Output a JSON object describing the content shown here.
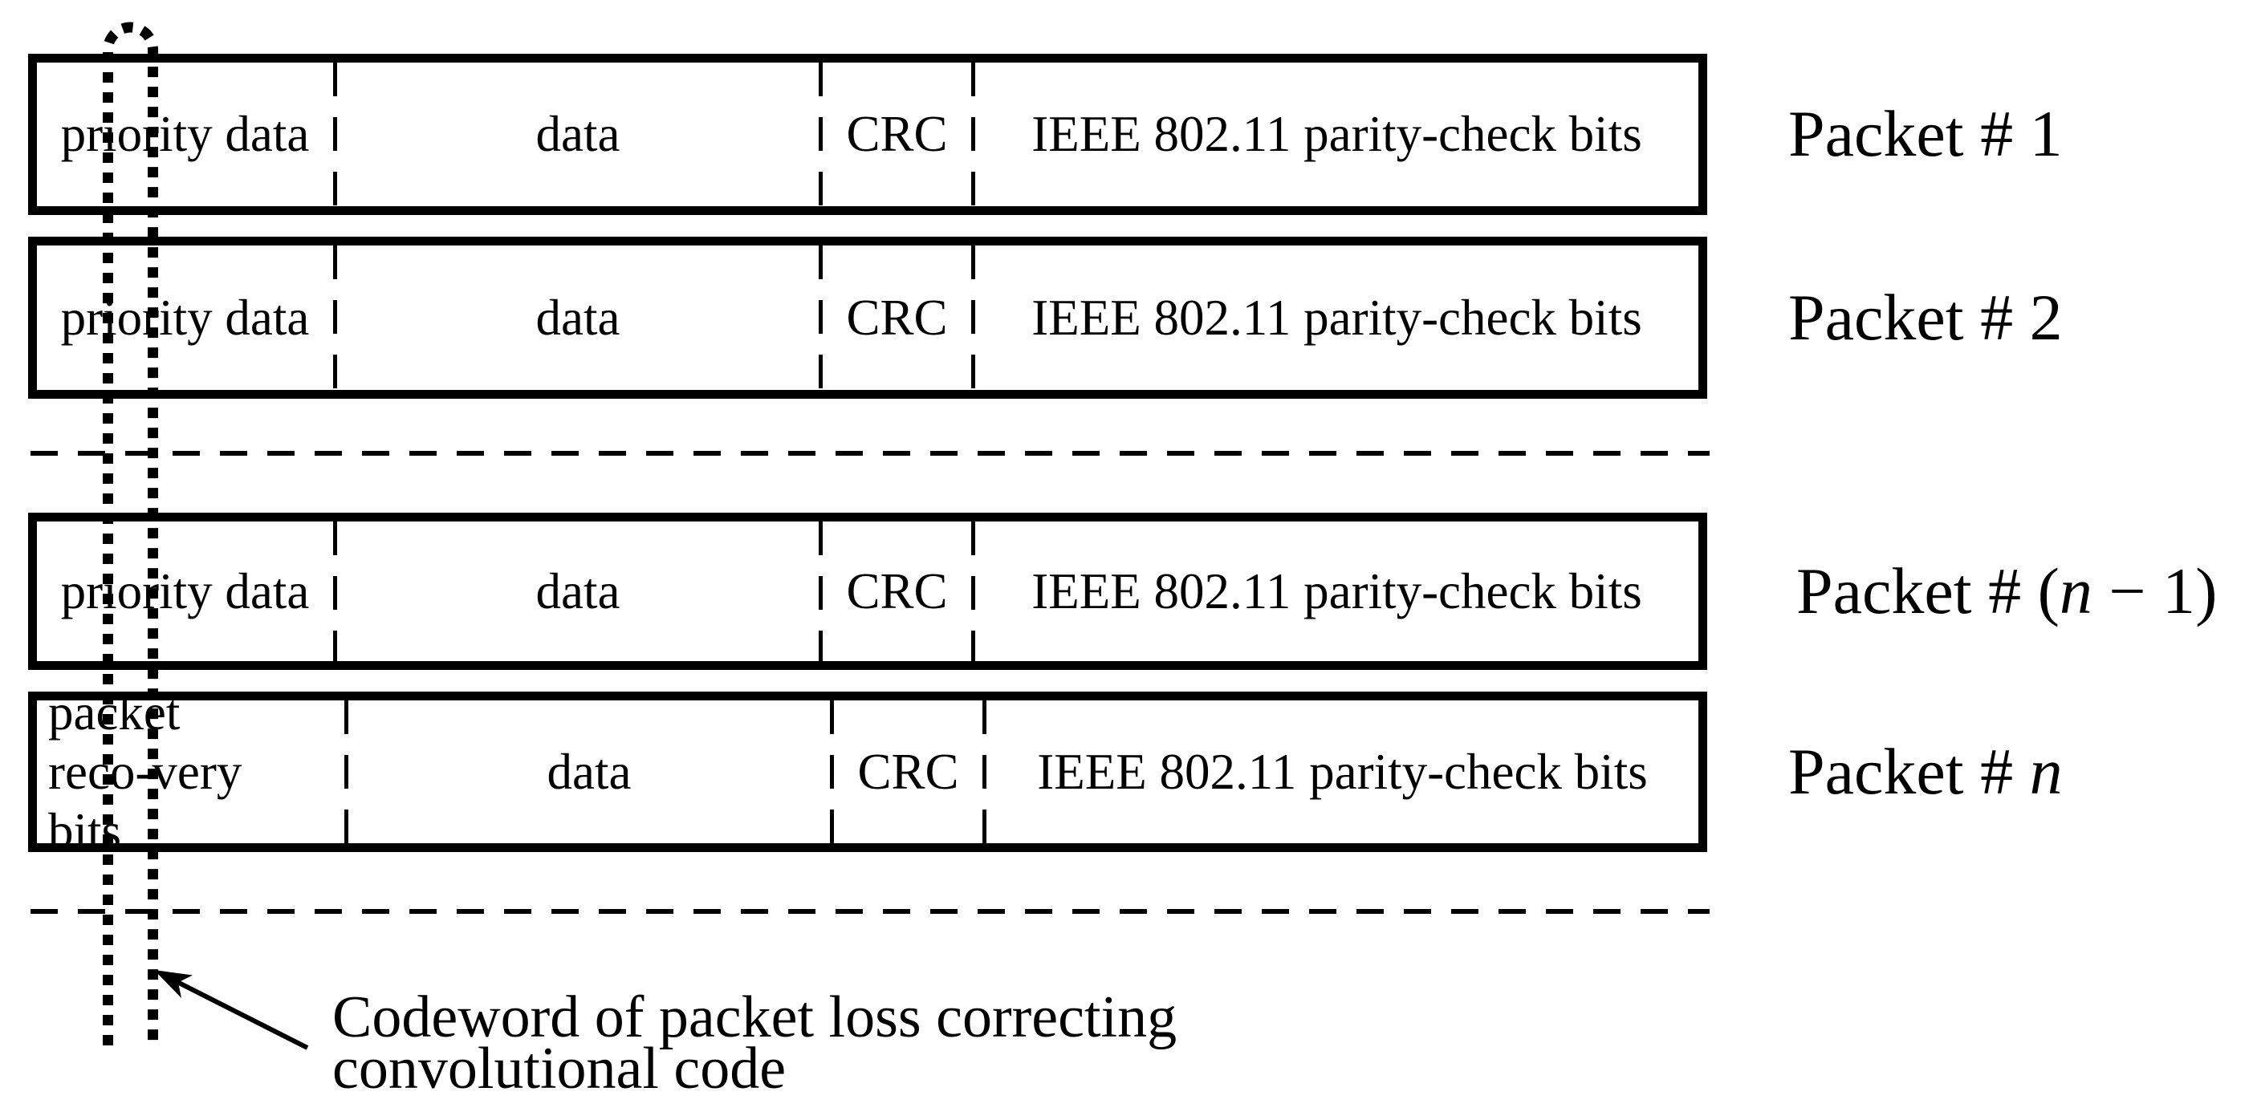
{
  "colors": {
    "ink": "#000000",
    "paper": "#ffffff"
  },
  "rows": [
    {
      "cells": [
        "priority data",
        "data",
        "CRC",
        "IEEE 802.11 parity-check bits"
      ],
      "label": {
        "prefix": "Packet # 1",
        "var": "",
        "suffix": ""
      }
    },
    {
      "cells": [
        "priority data",
        "data",
        "CRC",
        "IEEE 802.11 parity-check bits"
      ],
      "label": {
        "prefix": "Packet # 2",
        "var": "",
        "suffix": ""
      }
    },
    {
      "cells": [
        "priority data",
        "data",
        "CRC",
        "IEEE 802.11 parity-check bits"
      ],
      "label": {
        "prefix": "Packet # (",
        "var": "n",
        "suffix": " − 1)"
      }
    },
    {
      "cells": [
        [
          "packet",
          "reco-very",
          "bits"
        ],
        "data",
        "CRC",
        "IEEE 802.11 parity-check bits"
      ],
      "label": {
        "prefix": "Packet # ",
        "var": "n",
        "suffix": ""
      }
    }
  ],
  "annotation": {
    "line1": "Codeword of packet loss correcting",
    "line2": "convolutional code"
  }
}
